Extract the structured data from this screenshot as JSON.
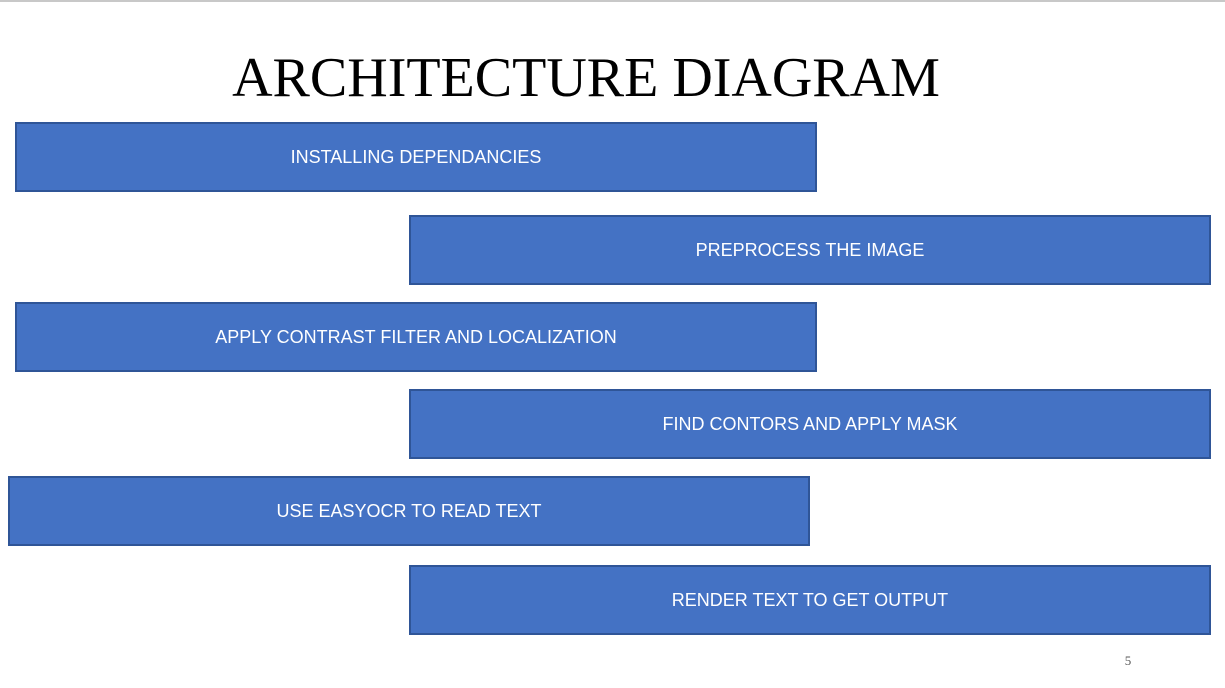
{
  "slide": {
    "title": "ARCHITECTURE DIAGRAM",
    "page_number": "5"
  },
  "colors": {
    "box_fill": "#4472c4",
    "box_border": "#2f5597",
    "box_text": "#ffffff",
    "title_text": "#000000"
  },
  "steps": [
    {
      "label": "INSTALLING DEPENDANCIES"
    },
    {
      "label": "PREPROCESS THE IMAGE"
    },
    {
      "label": "APPLY CONTRAST FILTER AND LOCALIZATION"
    },
    {
      "label": "FIND CONTORS AND APPLY MASK"
    },
    {
      "label": "USE EASYOCR TO READ TEXT"
    },
    {
      "label": "RENDER TEXT TO GET OUTPUT"
    }
  ]
}
